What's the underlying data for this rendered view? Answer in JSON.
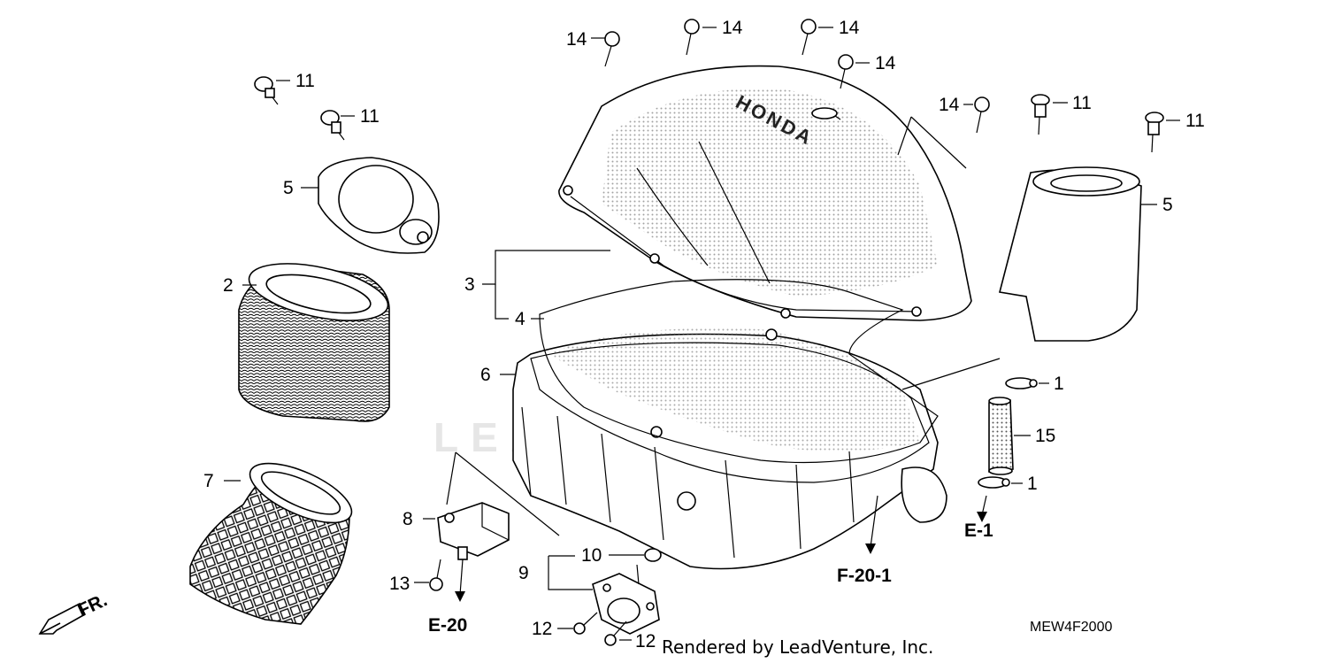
{
  "watermark": "LEADVENTURE",
  "cover_brand": "HONDA",
  "callouts": {
    "c14a": "14",
    "c14b": "14",
    "c14c": "14",
    "c14d": "14",
    "c14e": "14",
    "c11a": "11",
    "c11b": "11",
    "c11c": "11",
    "c11d": "11",
    "c5a": "5",
    "c5b": "5",
    "c2": "2",
    "c3": "3",
    "c4": "4",
    "c6": "6",
    "c7": "7",
    "c1a": "1",
    "c1b": "1",
    "c15": "15",
    "c8": "8",
    "c9": "9",
    "c10": "10",
    "c13": "13",
    "c12a": "12",
    "c12b": "12"
  },
  "refs": {
    "e1": "E-1",
    "f201": "F-20-1",
    "e20": "E-20"
  },
  "front_label": "FR.",
  "diagram_code": "MEW4F2000",
  "credit": "Rendered by LeadVenture, Inc."
}
